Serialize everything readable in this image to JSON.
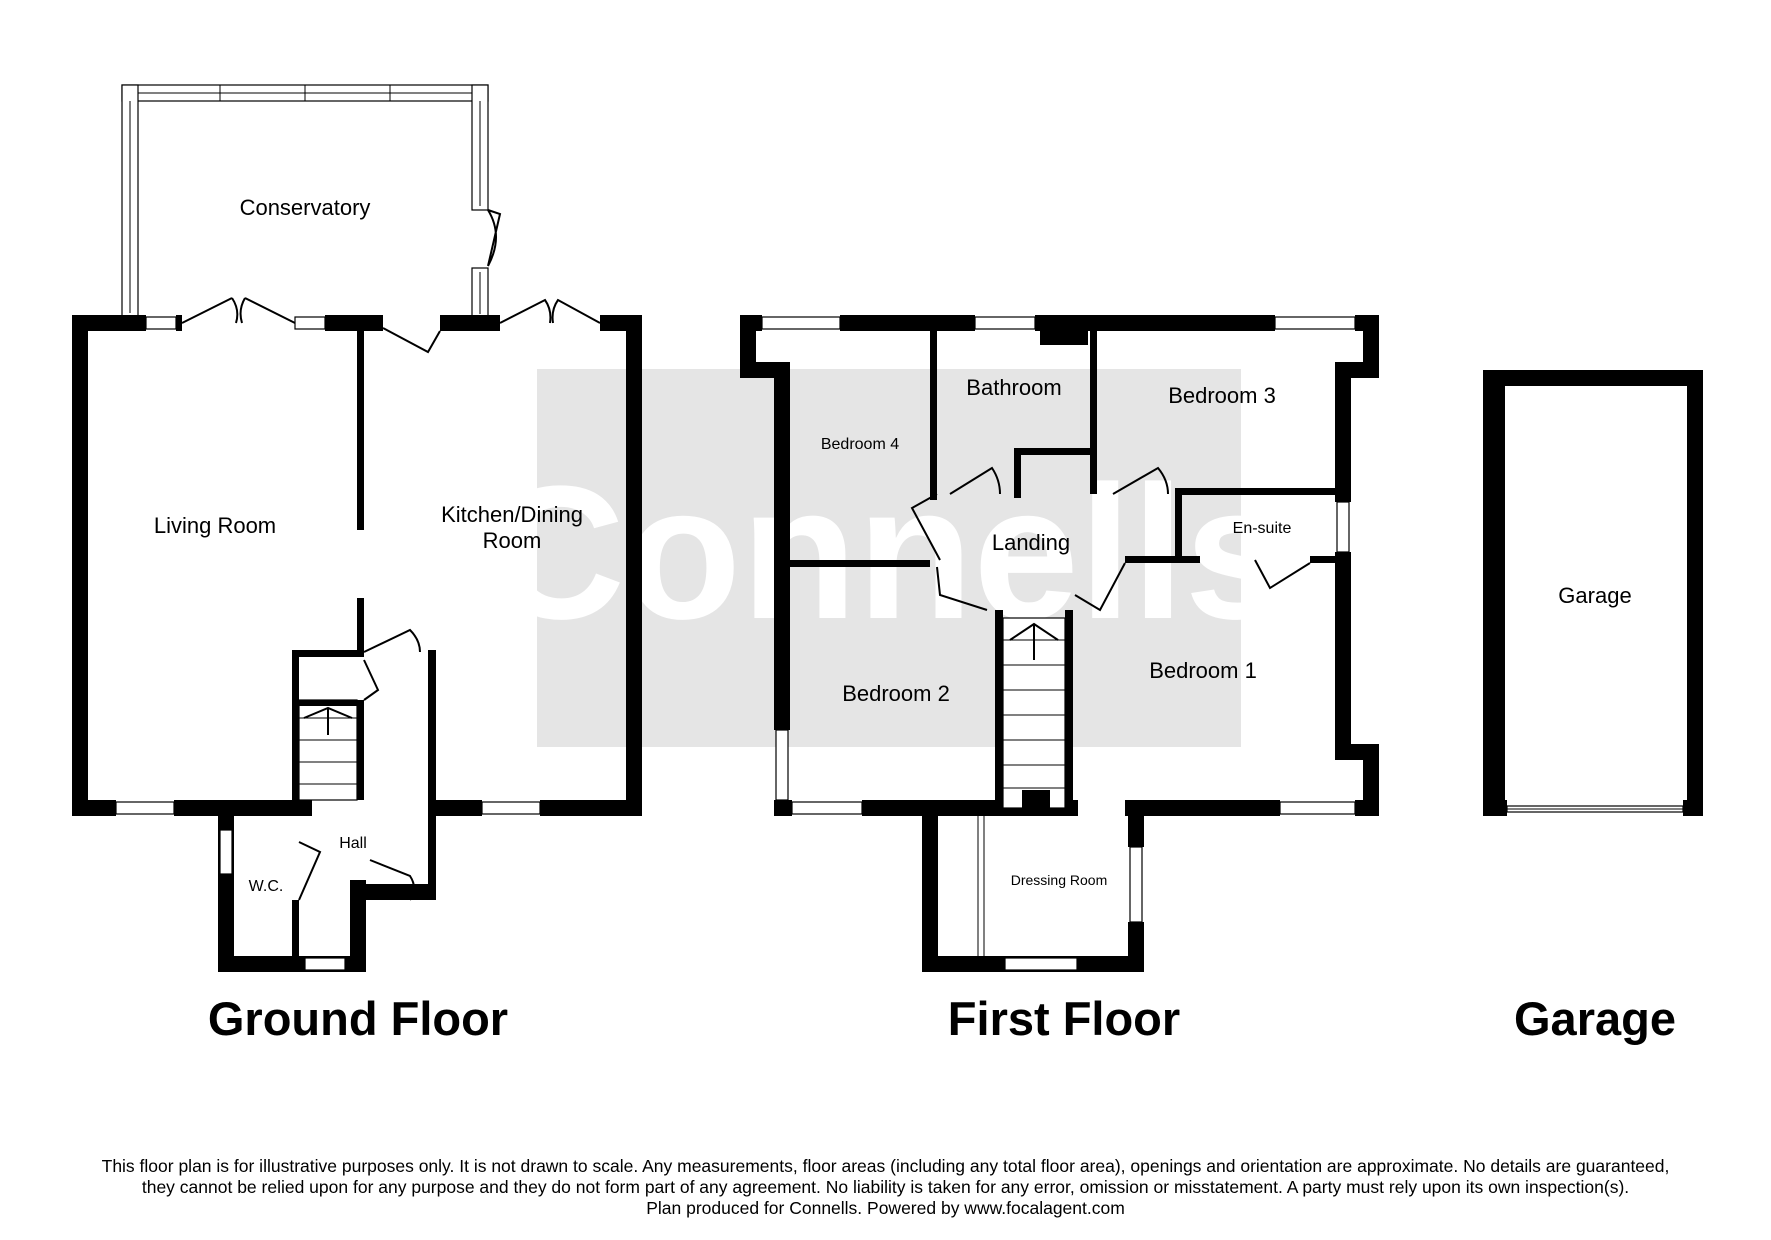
{
  "watermark": {
    "brand": "Connells"
  },
  "floors": {
    "ground": {
      "title": "Ground Floor",
      "rooms": {
        "conservatory": "Conservatory",
        "living_room": "Living Room",
        "kitchen_line1": "Kitchen/Dining",
        "kitchen_line2": "Room",
        "hall": "Hall",
        "wc": "W.C."
      }
    },
    "first": {
      "title": "First Floor",
      "rooms": {
        "bathroom": "Bathroom",
        "bedroom_1": "Bedroom 1",
        "bedroom_2": "Bedroom 2",
        "bedroom_3": "Bedroom 3",
        "bedroom_4": "Bedroom 4",
        "landing": "Landing",
        "en_suite": "En-suite",
        "dressing_room": "Dressing Room"
      }
    },
    "garage": {
      "title": "Garage",
      "rooms": {
        "garage": "Garage"
      }
    }
  },
  "disclaimer": {
    "line1": "This floor plan is for illustrative purposes only. It is not drawn to scale. Any measurements, floor areas (including any total floor area), openings and orientation are approximate. No details are guaranteed,",
    "line2": "they cannot be relied upon for any purpose and they do not form part of any agreement. No liability is taken for any error, omission or misstatement. A party must rely upon its own inspection(s).",
    "line3": "Plan produced for Connells. Powered by www.focalagent.com"
  }
}
